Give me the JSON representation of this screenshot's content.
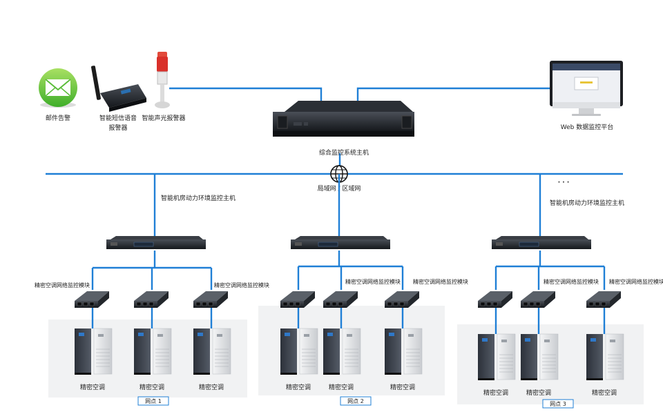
{
  "top": {
    "email": "邮件告警",
    "sms_line1": "智能短信语音",
    "sms_line2": "报警器",
    "light": "智能声光报警器",
    "host": "综合监控系统主机",
    "web": "Web 数据监控平台"
  },
  "network": {
    "label": "局域网 / 区域网",
    "ellipsis": "· · ·"
  },
  "env_host_label": "智能机房动力环境监控主机",
  "module_label": "精密空调网络监控模块",
  "ac_label": "精密空调",
  "sites": [
    {
      "name": "网点 1"
    },
    {
      "name": "网点 2"
    },
    {
      "name": "网点 3"
    }
  ]
}
